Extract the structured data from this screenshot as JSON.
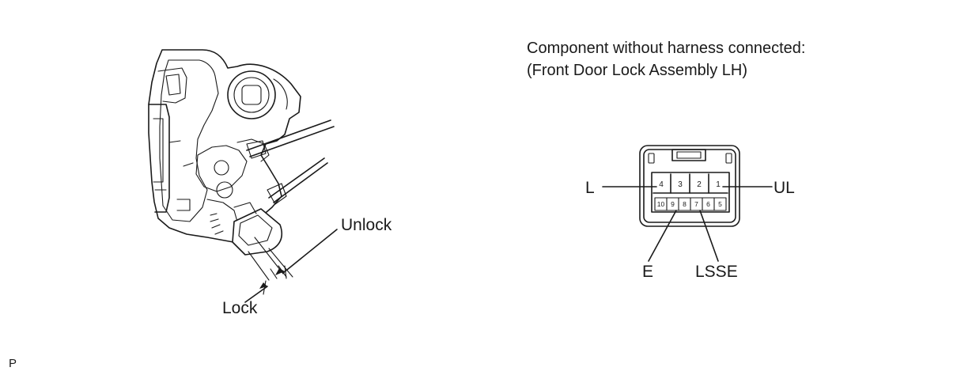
{
  "header": {
    "line1": "Component without harness connected:",
    "line2": "(Front Door Lock Assembly LH)"
  },
  "lock_assembly": {
    "unlock_label": "Unlock",
    "lock_label": "Lock"
  },
  "connector": {
    "top_pins": [
      "4",
      "3",
      "2",
      "1"
    ],
    "bottom_pins": [
      "10",
      "9",
      "8",
      "7",
      "6",
      "5"
    ],
    "terminals": {
      "L": "L",
      "UL": "UL",
      "E": "E",
      "LSSE": "LSSE"
    }
  },
  "figure_mark": "P"
}
